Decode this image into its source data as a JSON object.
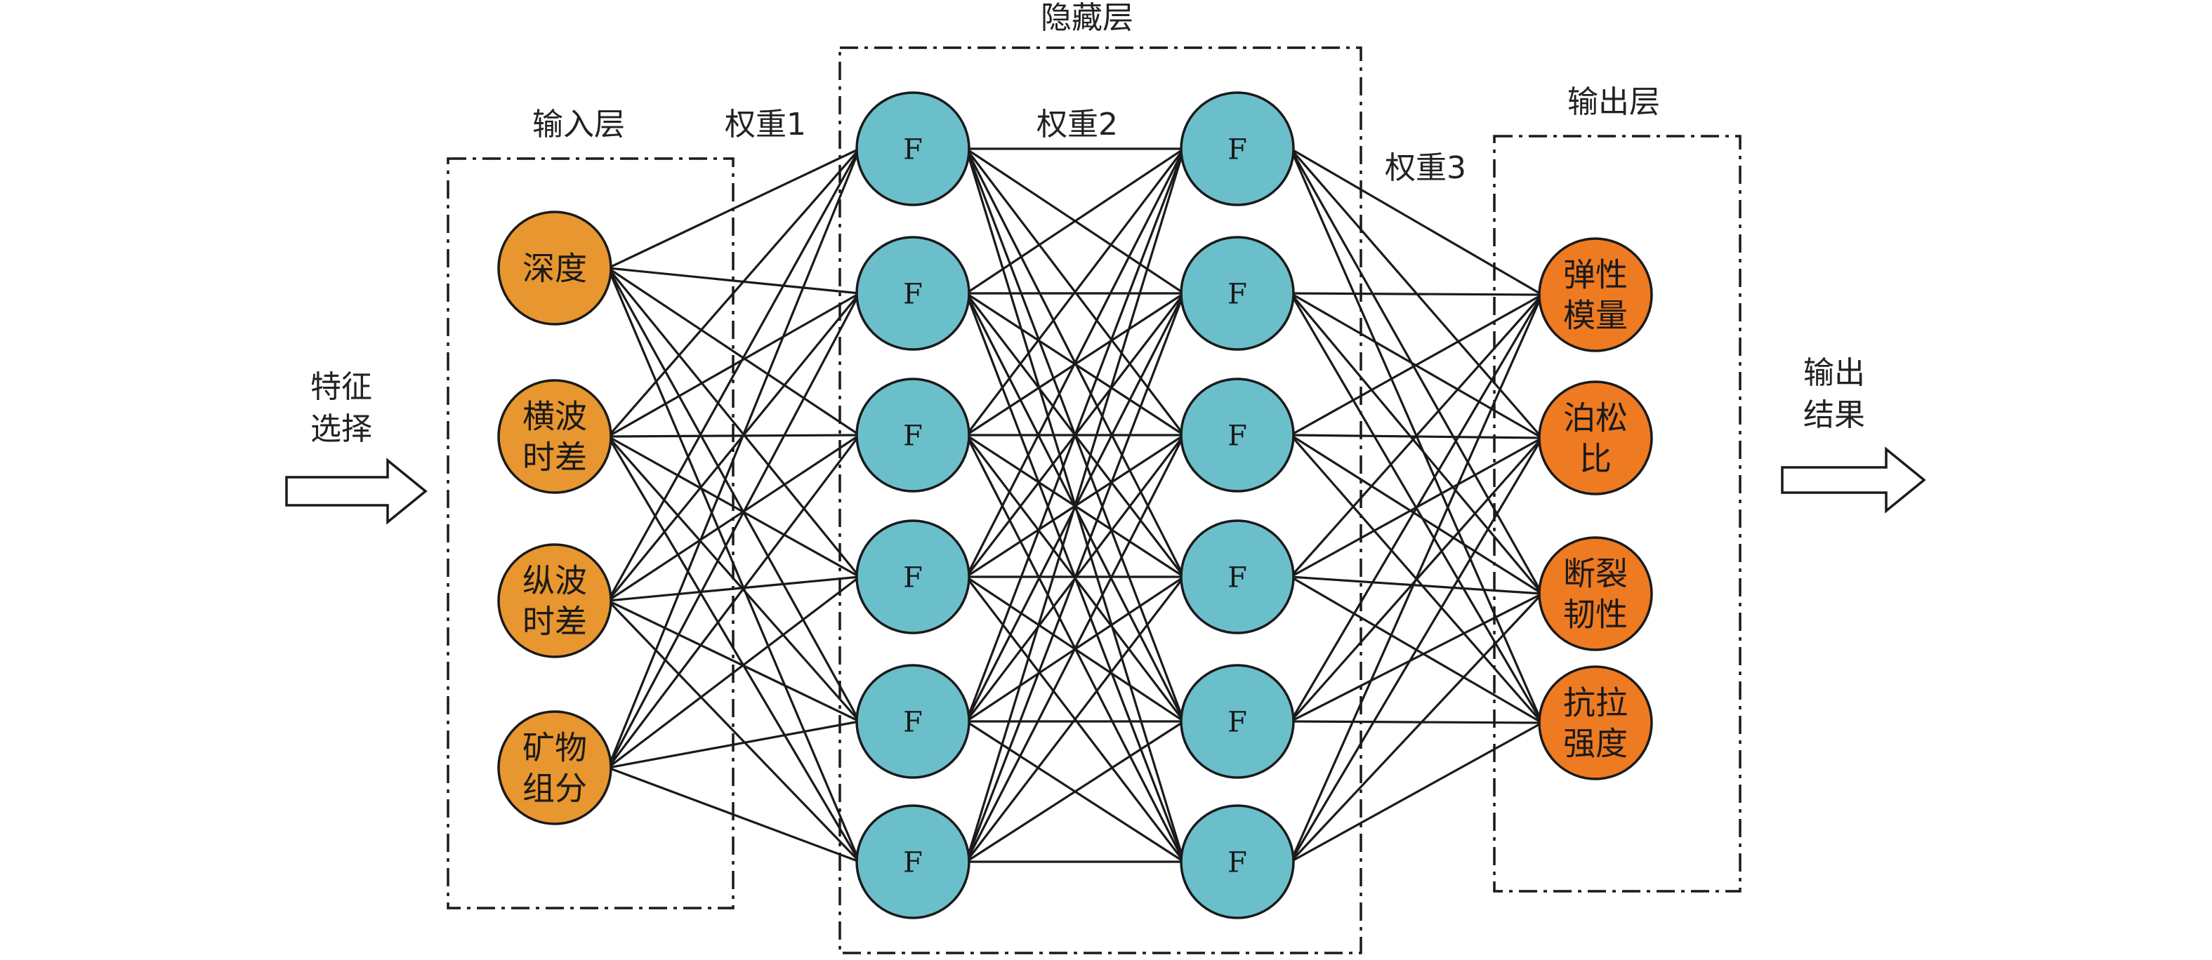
{
  "labels": {
    "feature_selection": [
      "特征",
      "选择"
    ],
    "output_result": [
      "输出",
      "结果"
    ],
    "input_layer": "输入层",
    "hidden_layer": "隐藏层",
    "output_layer": "输出层",
    "weight1": "权重1",
    "weight2": "权重2",
    "weight3": "权重3"
  },
  "input_nodes": [
    [
      "深度"
    ],
    [
      "横波",
      "时差"
    ],
    [
      "纵波",
      "时差"
    ],
    [
      "矿物",
      "组分"
    ]
  ],
  "hidden_layer_1": [
    "F",
    "F",
    "F",
    "F",
    "F",
    "F"
  ],
  "hidden_layer_2": [
    "F",
    "F",
    "F",
    "F",
    "F",
    "F"
  ],
  "output_nodes": [
    [
      "弹性",
      "模量"
    ],
    [
      "泊松",
      "比"
    ],
    [
      "断裂",
      "韧性"
    ],
    [
      "抗拉",
      "强度"
    ]
  ],
  "colors": {
    "input_fill": "#E8962F",
    "output_fill": "#EE7A22",
    "hidden_fill": "#6BBFCB",
    "node_stroke": "#1a1a1a",
    "line": "#1a1a1a"
  }
}
